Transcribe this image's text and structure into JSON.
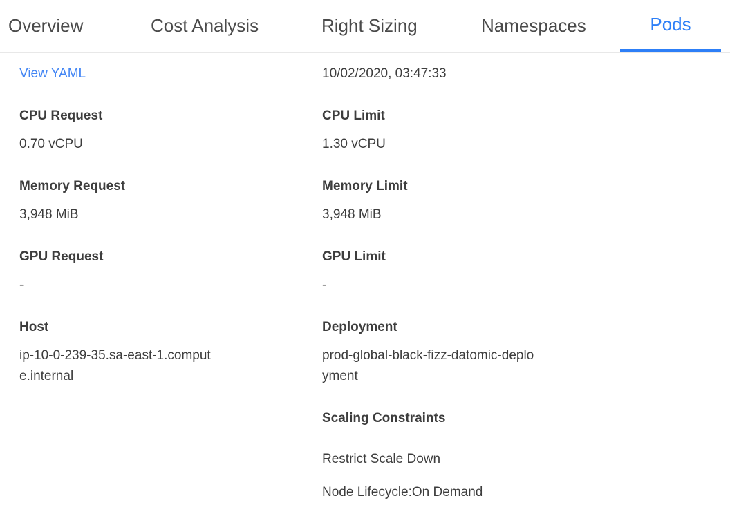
{
  "colors": {
    "accent": "#2d7ff7",
    "link": "#4285f4",
    "text": "#3d3d3d",
    "tab_text": "#4a4a4a",
    "divider": "#e8e8e8"
  },
  "tabs": [
    {
      "label": "Overview",
      "active": false
    },
    {
      "label": "Cost Analysis",
      "active": false
    },
    {
      "label": "Right Sizing",
      "active": false
    },
    {
      "label": "Namespaces",
      "active": false
    },
    {
      "label": "Pods",
      "active": true
    }
  ],
  "left_column": {
    "view_yaml_label": "View YAML",
    "fields": [
      {
        "label": "CPU Request",
        "value": "0.70 vCPU"
      },
      {
        "label": "Memory Request",
        "value": "3,948 MiB"
      },
      {
        "label": "GPU Request",
        "value": "-"
      }
    ],
    "host": {
      "label": "Host",
      "value": "ip-10-0-239-35.sa-east-1.compute.internal"
    }
  },
  "right_column": {
    "timestamp": "10/02/2020, 03:47:33",
    "fields": [
      {
        "label": "CPU Limit",
        "value": "1.30 vCPU"
      },
      {
        "label": "Memory Limit",
        "value": "3,948 MiB"
      },
      {
        "label": "GPU Limit",
        "value": "-"
      }
    ],
    "deployment": {
      "label": "Deployment",
      "value": "prod-global-black-fizz-datomic-deployment"
    },
    "scaling_constraints": {
      "title": "Scaling Constraints",
      "items": [
        "Restrict Scale Down",
        "Node Lifecycle:On Demand"
      ]
    }
  }
}
